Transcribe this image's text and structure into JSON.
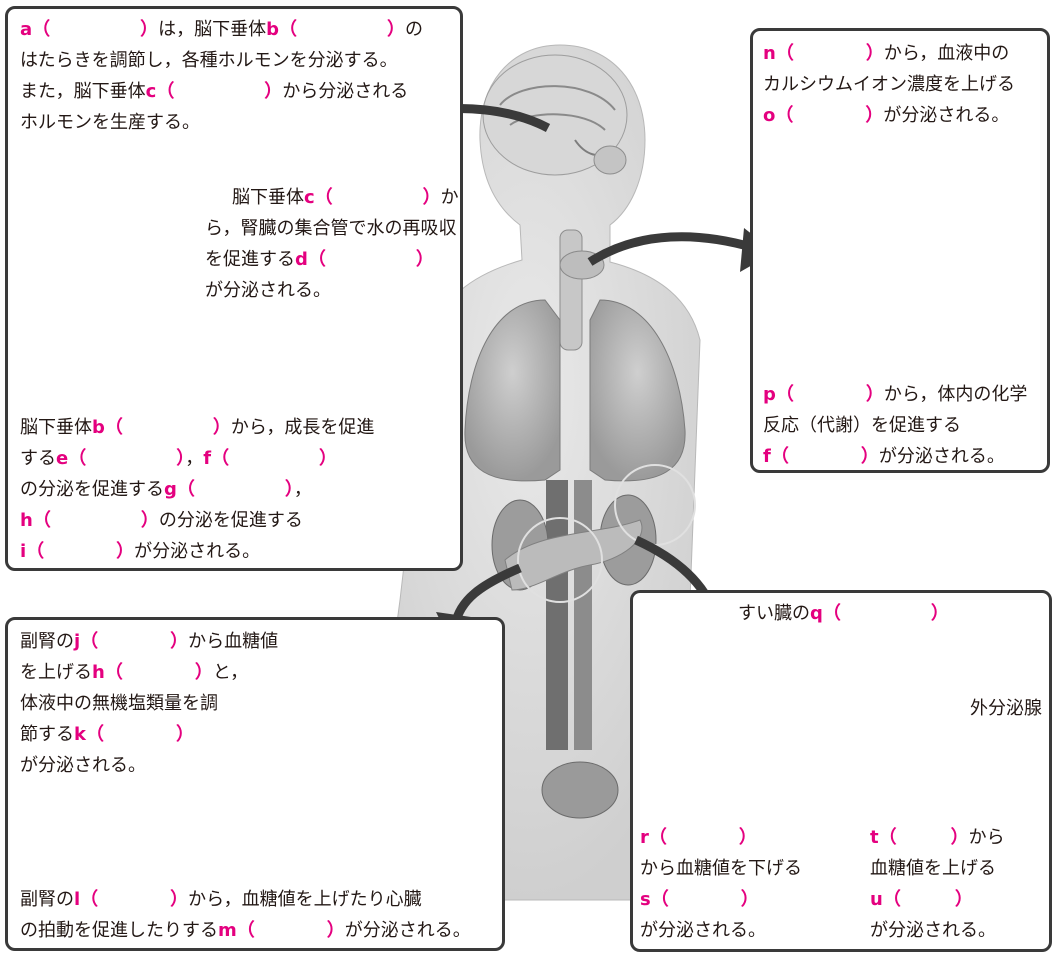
{
  "colors": {
    "blank_marker": "#e4007f",
    "panel_border": "#3a3a3a",
    "arrow": "#3a3a3a"
  },
  "pituitary": {
    "a_letter": "a",
    "a_text": "は，脳下垂体",
    "b1_letter": "b",
    "b1_after": "の",
    "line2": "はたらきを調節し，各種ホルモンを分泌する。",
    "line3_pre": "また，脳下垂体",
    "c1_letter": "c",
    "c1_after": "から分泌される",
    "line4": "ホルモンを生産する。",
    "post_c_pre": "脳下垂体",
    "c2_letter": "c",
    "c2_after": "か",
    "post_line2": "ら，腎臓の集合管で水の再吸収",
    "post_line3_pre": "を促進する",
    "d_letter": "d",
    "post_line4": "が分泌される。",
    "ant_pre": "脳下垂体",
    "b2_letter": "b",
    "b2_after": "から，成長を促進",
    "ant_line2_pre": "する",
    "e_letter": "e",
    "e_after": "，",
    "f1_letter": "f",
    "ant_line3_pre": "の分泌を促進する",
    "g_letter": "g",
    "g_after": "，",
    "h1_letter": "h",
    "h1_after": "の分泌を促進する",
    "i_letter": "i",
    "i_after": "が分泌される。"
  },
  "thyroid": {
    "n_letter": "n",
    "n_after": "から，血液中の",
    "line2": "カルシウムイオン濃度を上げる",
    "o_letter": "o",
    "o_after": "が分泌される。",
    "p_letter": "p",
    "p_after": "から，体内の化学",
    "line5": "反応（代謝）を促進する",
    "f2_letter": "f",
    "f2_after": "が分泌される。"
  },
  "adrenal": {
    "line1_pre": "副腎の",
    "j_letter": "j",
    "j_after": "から血糖値",
    "line2_pre": "を上げる",
    "h2_letter": "h",
    "h2_after": "と，",
    "line3": "体液中の無機塩類量を調",
    "line4_pre": "節する",
    "k_letter": "k",
    "line5": "が分泌される。",
    "l_pre": "副腎の",
    "l_letter": "l",
    "l_after": "から，血糖値を上げたり心臓",
    "m_pre": "の拍動を促進したりする",
    "m_letter": "m",
    "m_after": "が分泌される。"
  },
  "pancreas": {
    "title_pre": "すい臓の",
    "q_letter": "q",
    "exocrine_label": "外分泌腺",
    "r_letter": "r",
    "r_line2": "から血糖値を下げる",
    "s_letter": "s",
    "s_line2": "が分泌される。",
    "t_letter": "t",
    "t_after": "から",
    "t_line2": "血糖値を上げる",
    "u_letter": "u",
    "u_line2": "が分泌される。"
  }
}
